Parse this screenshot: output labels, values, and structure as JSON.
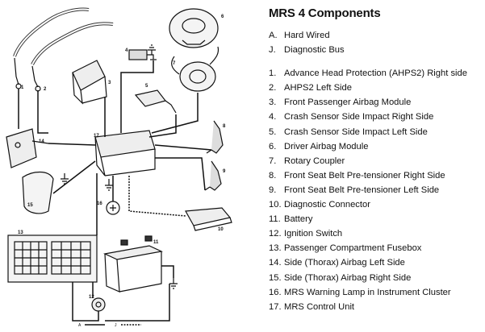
{
  "legend": {
    "title": "MRS 4 Components",
    "wiring_keys": [
      {
        "key": "A.",
        "label": "Hard Wired"
      },
      {
        "key": "J.",
        "label": "Diagnostic Bus"
      }
    ],
    "components": [
      {
        "key": "1.",
        "label": "Advance Head Protection (AHPS2) Right side"
      },
      {
        "key": "2.",
        "label": "AHPS2 Left Side"
      },
      {
        "key": "3.",
        "label": "Front Passenger Airbag Module"
      },
      {
        "key": "4.",
        "label": "Crash Sensor Side Impact Right Side"
      },
      {
        "key": "5.",
        "label": "Crash Sensor Side Impact Left Side"
      },
      {
        "key": "6.",
        "label": "Driver Airbag Module"
      },
      {
        "key": "7.",
        "label": "Rotary Coupler"
      },
      {
        "key": "8.",
        "label": "Front Seat Belt Pre-tensioner Right Side"
      },
      {
        "key": "9.",
        "label": "Front Seat Belt Pre-tensioner Left Side"
      },
      {
        "key": "10.",
        "label": "Diagnostic Connector"
      },
      {
        "key": "11.",
        "label": "Battery"
      },
      {
        "key": "12.",
        "label": "Ignition Switch"
      },
      {
        "key": "13.",
        "label": "Passenger Compartment Fusebox"
      },
      {
        "key": "14.",
        "label": "Side (Thorax) Airbag Left Side"
      },
      {
        "key": "15.",
        "label": "Side (Thorax) Airbag Right Side"
      },
      {
        "key": "16.",
        "label": "MRS Warning Lamp in Instrument Cluster"
      },
      {
        "key": "17.",
        "label": "MRS Control Unit"
      }
    ]
  },
  "diagram": {
    "callouts": {
      "n1": "1",
      "n2": "2",
      "n3": "3",
      "n4": "4",
      "n5": "5",
      "n6": "6",
      "n7": "7",
      "n8": "8",
      "n9": "9",
      "n10": "10",
      "n11": "11",
      "n12": "12",
      "n13": "13",
      "n14": "14",
      "n15": "15",
      "n16": "16",
      "n17": "17"
    },
    "key_hard_wired": "A",
    "key_diagnostic_bus": "J"
  }
}
